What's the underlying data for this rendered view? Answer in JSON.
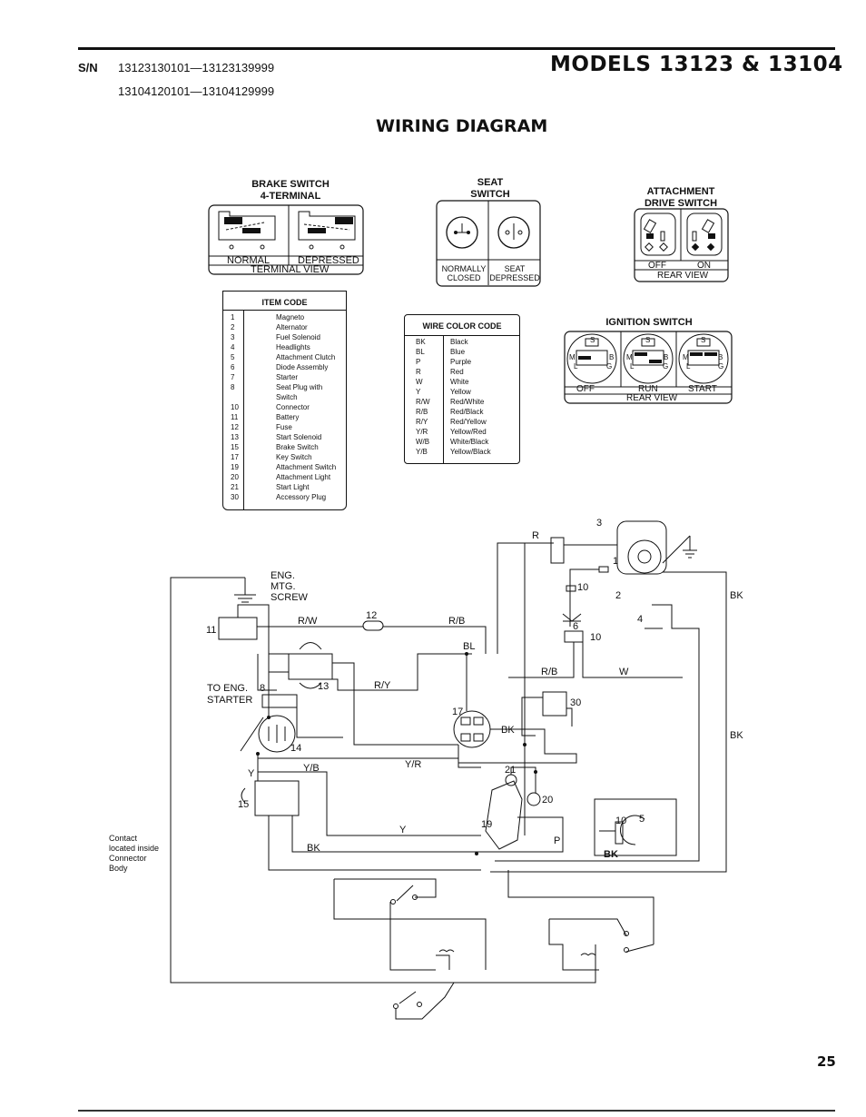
{
  "header": {
    "sn_label": "S/N",
    "sn_range_1": "13123130101—13123139999",
    "sn_range_2": "13104120101—13104129999",
    "models": "MODELS 13123 & 13104",
    "diagram_title": "WIRING DIAGRAM"
  },
  "brake_switch": {
    "title_1": "BRAKE SWITCH",
    "title_2": "4-TERMINAL",
    "normal": "NORMAL",
    "depressed": "DEPRESSED",
    "view": "TERMINAL VIEW"
  },
  "seat_switch": {
    "title_1": "SEAT",
    "title_2": "SWITCH",
    "normally_1": "NORMALLY",
    "normally_2": "CLOSED",
    "seat_1": "SEAT",
    "seat_2": "DEPRESSED"
  },
  "attachment_switch": {
    "title_1": "ATTACHMENT",
    "title_2": "DRIVE SWITCH",
    "off": "OFF",
    "on": "ON",
    "view": "REAR VIEW"
  },
  "ignition_switch": {
    "title": "IGNITION SWITCH",
    "off": "OFF",
    "run": "RUN",
    "start": "START",
    "view": "REAR VIEW",
    "terminal_s": "S",
    "terminal_m": "M",
    "terminal_b": "B",
    "terminal_l": "L",
    "terminal_g": "G"
  },
  "item_code": {
    "title": "ITEM CODE",
    "items": [
      {
        "code": "1",
        "name": "Magneto"
      },
      {
        "code": "2",
        "name": "Alternator"
      },
      {
        "code": "3",
        "name": "Fuel Solenoid"
      },
      {
        "code": "4",
        "name": "Headlights"
      },
      {
        "code": "5",
        "name": "Attachment Clutch"
      },
      {
        "code": "6",
        "name": "Diode Assembly"
      },
      {
        "code": "7",
        "name": "Starter"
      },
      {
        "code": "8",
        "name": "Seat Plug with Switch"
      },
      {
        "code": "10",
        "name": "Connector"
      },
      {
        "code": "11",
        "name": "Battery"
      },
      {
        "code": "12",
        "name": "Fuse"
      },
      {
        "code": "13",
        "name": "Start Solenoid"
      },
      {
        "code": "15",
        "name": "Brake Switch"
      },
      {
        "code": "17",
        "name": "Key Switch"
      },
      {
        "code": "19",
        "name": "Attachment Switch"
      },
      {
        "code": "20",
        "name": "Attachment Light"
      },
      {
        "code": "21",
        "name": "Start Light"
      },
      {
        "code": "30",
        "name": "Accessory Plug"
      }
    ]
  },
  "wire_color_code": {
    "title": "WIRE COLOR CODE",
    "items": [
      {
        "code": "BK",
        "name": "Black"
      },
      {
        "code": "BL",
        "name": "Blue"
      },
      {
        "code": "P",
        "name": "Purple"
      },
      {
        "code": "R",
        "name": "Red"
      },
      {
        "code": "W",
        "name": "White"
      },
      {
        "code": "Y",
        "name": "Yellow"
      },
      {
        "code": "R/W",
        "name": "Red/White"
      },
      {
        "code": "R/B",
        "name": "Red/Black"
      },
      {
        "code": "R/Y",
        "name": "Red/Yellow"
      },
      {
        "code": "Y/R",
        "name": "Yellow/Red"
      },
      {
        "code": "W/B",
        "name": "White/Black"
      },
      {
        "code": "Y/B",
        "name": "Yellow/Black"
      }
    ]
  },
  "diagram": {
    "eng_1": "ENG.",
    "eng_2": "MTG.",
    "eng_3": "SCREW",
    "to_eng_1": "TO ENG.",
    "to_eng_2": "STARTER",
    "contact_1": "Contact",
    "contact_2": "located inside",
    "contact_3": "Connector",
    "contact_4": "Body",
    "w_rw": "R/W",
    "w_rb_top": "R/B",
    "w_bl": "BL",
    "w_ry": "R/Y",
    "w_rb_mid": "R/B",
    "w_w": "W",
    "w_r": "R",
    "w_bk_right_1": "BK",
    "w_bk_right_2": "BK",
    "w_bk_mid": "BK",
    "w_yb": "Y/B",
    "w_yr": "Y/R",
    "w_y_left": "Y",
    "w_y_bottom": "Y",
    "w_bk_bottom": "BK",
    "w_p": "P",
    "w_bk_clutch": "BK",
    "n1": "1",
    "n2": "2",
    "n3": "3",
    "n4": "4",
    "n5": "5",
    "n6": "6",
    "n8": "8",
    "n10a": "10",
    "n10b": "10",
    "n10c": "10",
    "n11": "11",
    "n12": "12",
    "n13": "13",
    "n14": "14",
    "n15": "15",
    "n17": "17",
    "n19": "19",
    "n20": "20",
    "n21": "21",
    "n30": "30"
  },
  "page_number": "25"
}
